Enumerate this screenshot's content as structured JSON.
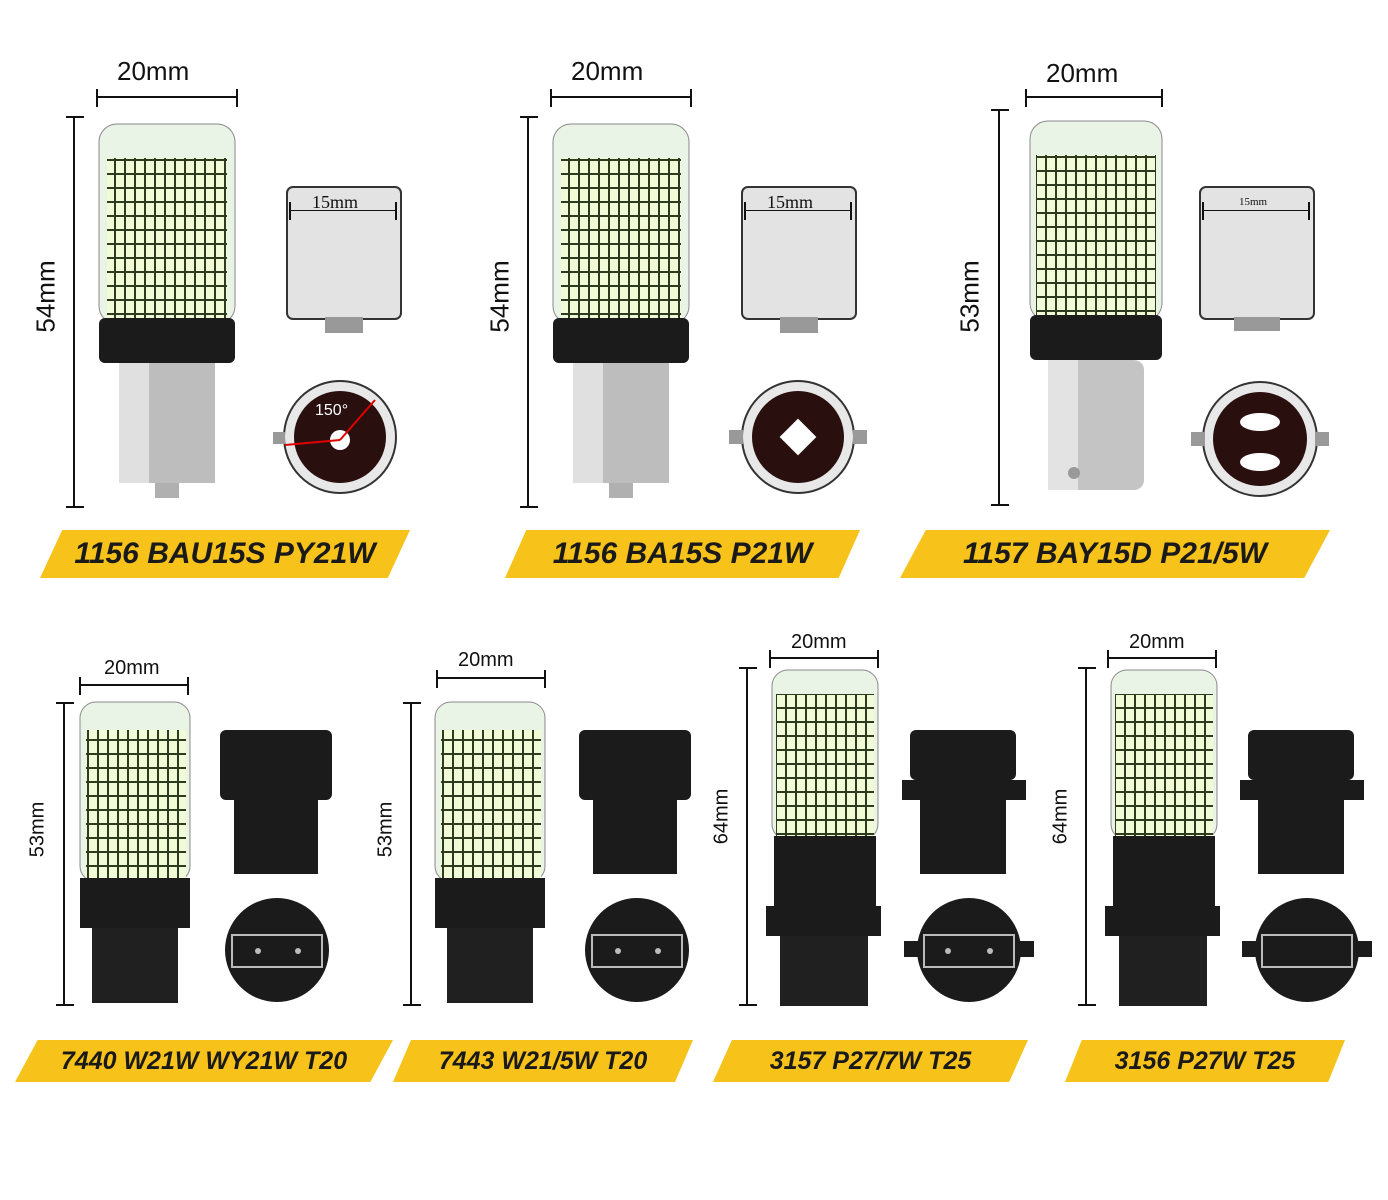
{
  "top_row": [
    {
      "width_label": "20mm",
      "height_label": "54mm",
      "base_label": "15mm",
      "angle_label": "150°",
      "model": "1156 BAU15S PY21W"
    },
    {
      "width_label": "20mm",
      "height_label": "54mm",
      "base_label": "15mm",
      "model": "1156 BA15S P21W"
    },
    {
      "width_label": "20mm",
      "height_label": "53mm",
      "base_label": "15mm",
      "model": "1157 BAY15D P21/5W"
    }
  ],
  "bottom_row": [
    {
      "width_label": "20mm",
      "height_label": "53mm",
      "model": "7440 W21W WY21W T20"
    },
    {
      "width_label": "20mm",
      "height_label": "53mm",
      "model": "7443 W21/5W T20"
    },
    {
      "width_label": "20mm",
      "height_label": "64mm",
      "model": "3157 P27/7W T25"
    },
    {
      "width_label": "20mm",
      "height_label": "64mm",
      "model": "3156 P27W T25"
    }
  ],
  "colors": {
    "banner": "#f7c21a",
    "led": "#f2fbd8",
    "housing": "#1b1b1b",
    "metal": "#bfbfbf",
    "angle_line": "#e00000"
  }
}
